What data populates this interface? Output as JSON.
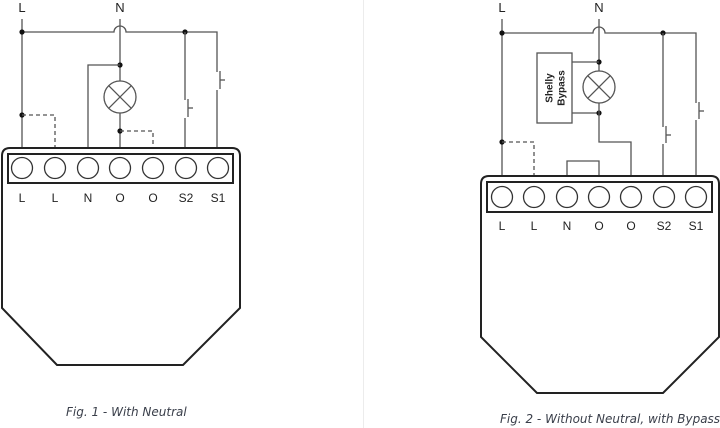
{
  "figures": [
    {
      "id": "fig1",
      "caption": "Fig. 1 - With Neutral",
      "supply_labels": {
        "line": "L",
        "neutral": "N"
      },
      "terminals": [
        "L",
        "L",
        "N",
        "O",
        "O",
        "S2",
        "S1"
      ]
    },
    {
      "id": "fig2",
      "caption": "Fig. 2 - Without Neutral, with Bypass",
      "supply_labels": {
        "line": "L",
        "neutral": "N"
      },
      "terminals": [
        "L",
        "L",
        "N",
        "O",
        "O",
        "S2",
        "S1"
      ],
      "bypass_label_line1": "Shelly",
      "bypass_label_line2": "Bypass"
    }
  ],
  "colors": {
    "wire": "#555555",
    "outline": "#222222",
    "caption": "#3a3f4a",
    "divider": "#ececec"
  }
}
